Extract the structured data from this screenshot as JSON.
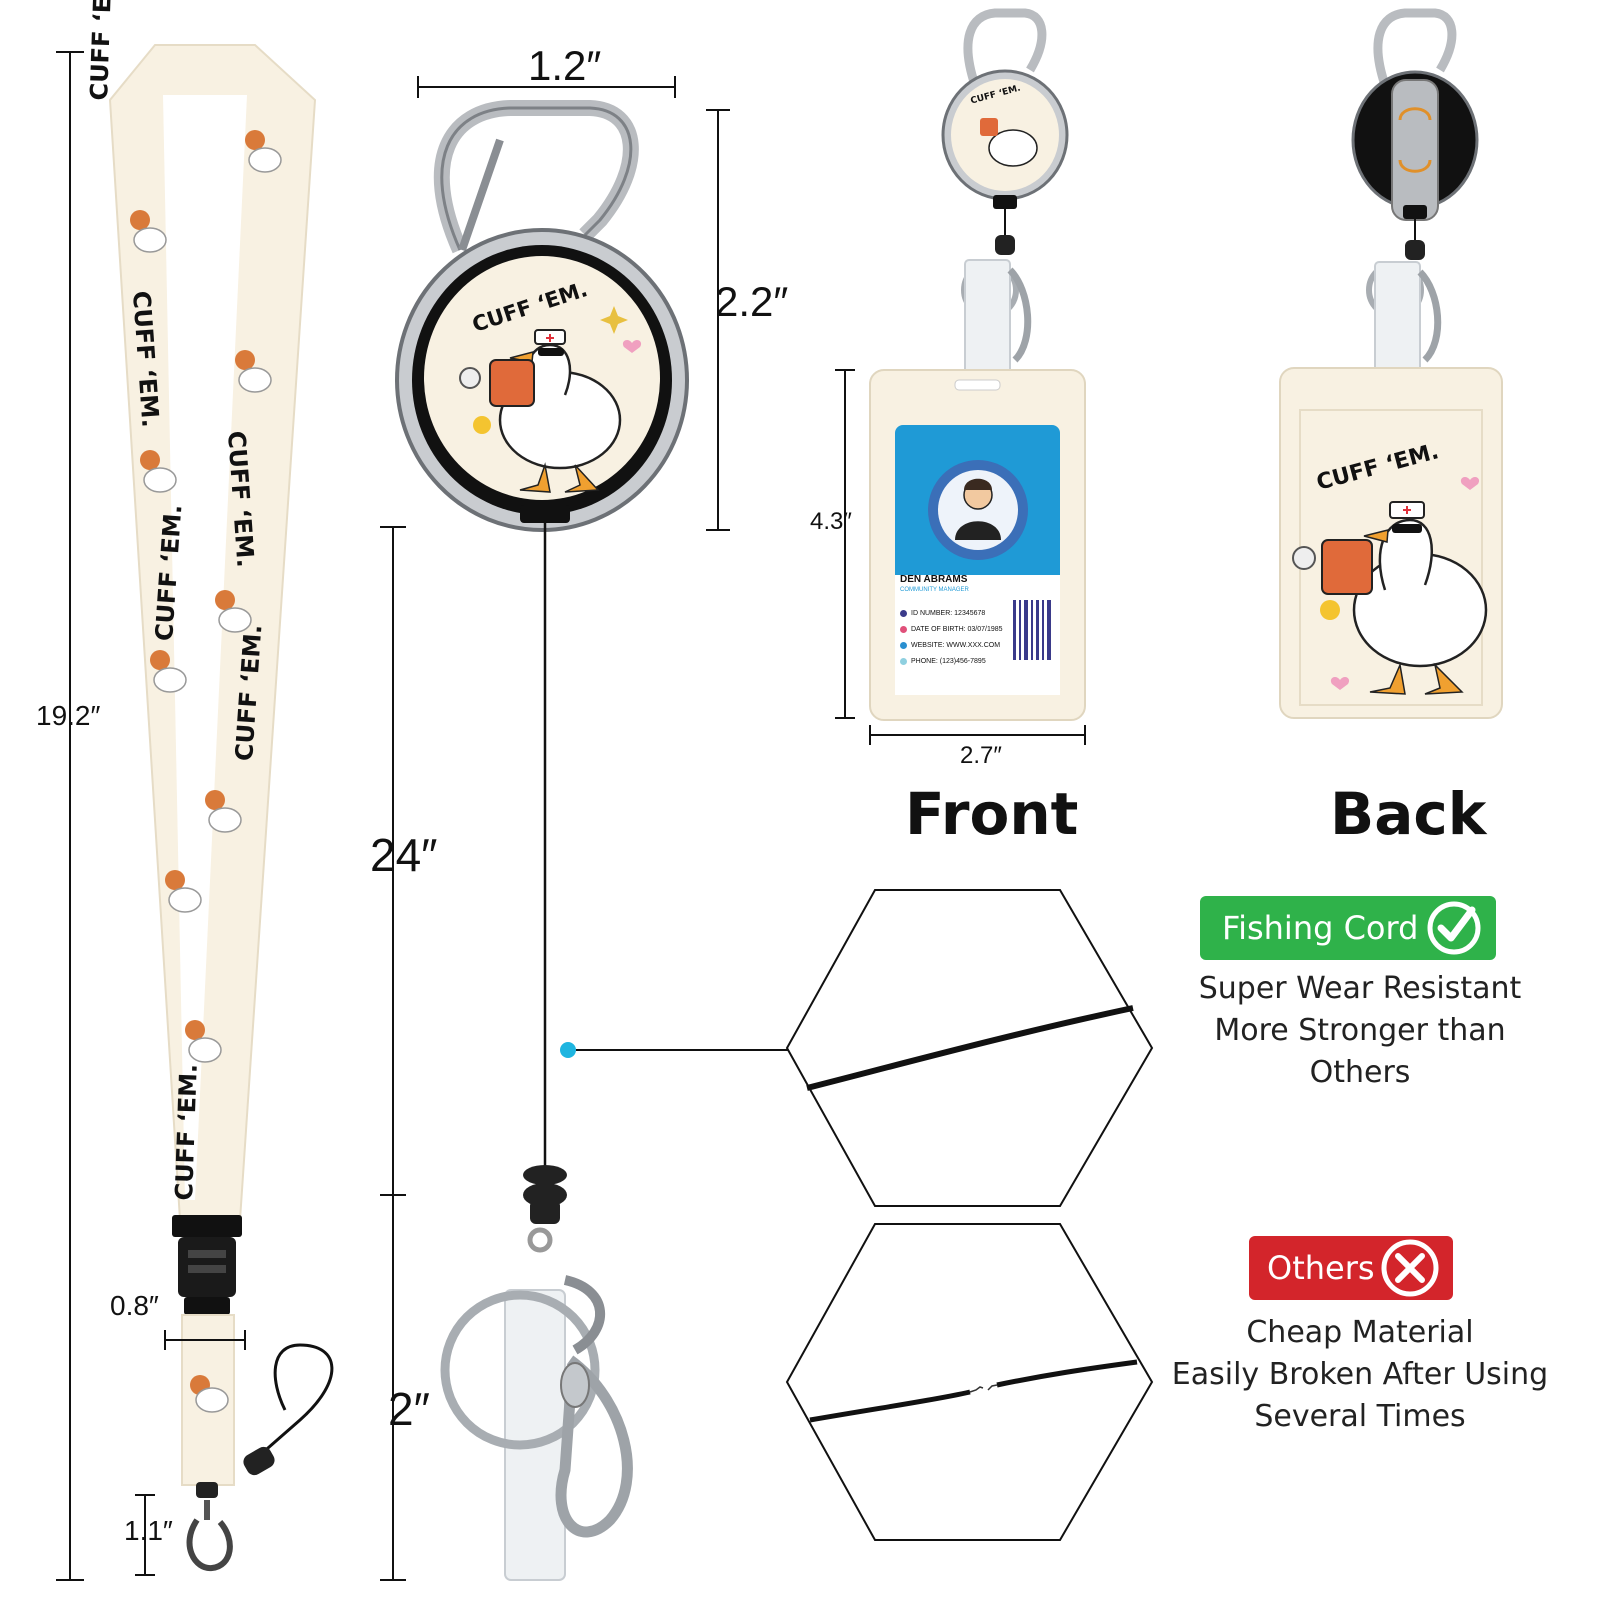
{
  "dimensions": {
    "lanyard_length": "19.2″",
    "lanyard_width": "0.8″",
    "clasp_length": "1.1″",
    "reel_width": "1.2″",
    "reel_height": "2.2″",
    "cord_length": "24″",
    "clip_length": "2″",
    "card_height": "4.3″",
    "card_width": "2.7″"
  },
  "print_text": "CUFF ‘EM.",
  "views": {
    "front_label": "Front",
    "back_label": "Back"
  },
  "id_card": {
    "name": "DEN ABRAMS",
    "role": "COMMUNITY MANAGER",
    "fields": [
      {
        "text": "ID NUMBER: 12345678",
        "color": "#3a3a8a"
      },
      {
        "text": "DATE OF BIRTH: 03/07/1985",
        "color": "#e0507a"
      },
      {
        "text": "WEBSITE: WWW.XXX.COM",
        "color": "#2a8fd0"
      },
      {
        "text": "PHONE: (123)456-7895",
        "color": "#8fd0e0"
      }
    ]
  },
  "comparison": {
    "good": {
      "badge": "Fishing Cord",
      "badge_color": "#2fb24a",
      "icon": "check-circle-icon",
      "lines": [
        "Super Wear Resistant",
        "More Stronger than Others"
      ]
    },
    "bad": {
      "badge": "Others",
      "badge_color": "#d3252b",
      "icon": "x-circle-icon",
      "lines": [
        "Cheap Material",
        "Easily Broken After Using",
        "Several Times"
      ]
    }
  },
  "colors": {
    "cream": "#f8f1e2",
    "card_blue": "#1f9ad6",
    "pointer_dot": "#1fb5e0"
  }
}
